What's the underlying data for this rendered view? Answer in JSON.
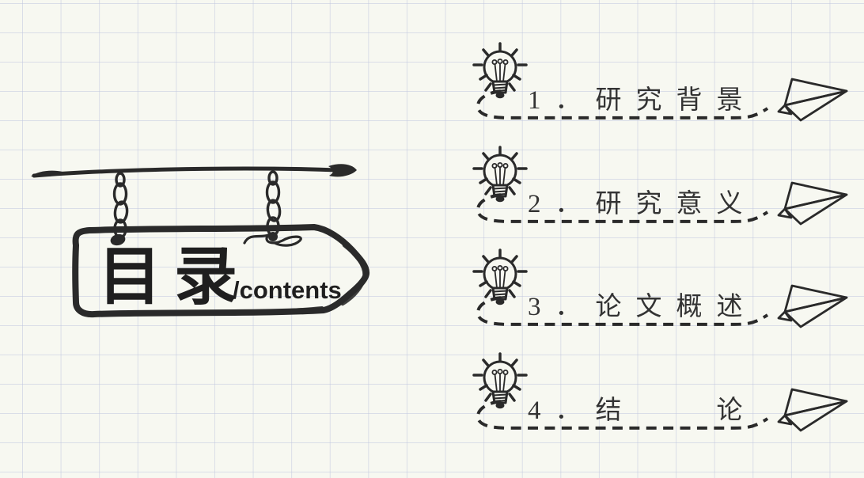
{
  "sign": {
    "title": "目录",
    "subtitle": "/contents"
  },
  "toc": {
    "items": [
      {
        "label": "1．研究背景"
      },
      {
        "label": "2．研究意义"
      },
      {
        "label": "3．论文概述"
      },
      {
        "label": "4．结　　论"
      }
    ]
  },
  "icons": {
    "item_bullet": "lightbulb-icon",
    "item_trailing": "paper-plane-icon",
    "item_underline": "dashed-swoosh-underline",
    "sign_hanger": "chain-links-icon",
    "sign_pointer": "arrow-rod-icon"
  },
  "colors": {
    "ink": "#2a2a2a",
    "paper": "#f7f8f1",
    "grid_line": "#ccd1e3",
    "text": "#333333"
  }
}
